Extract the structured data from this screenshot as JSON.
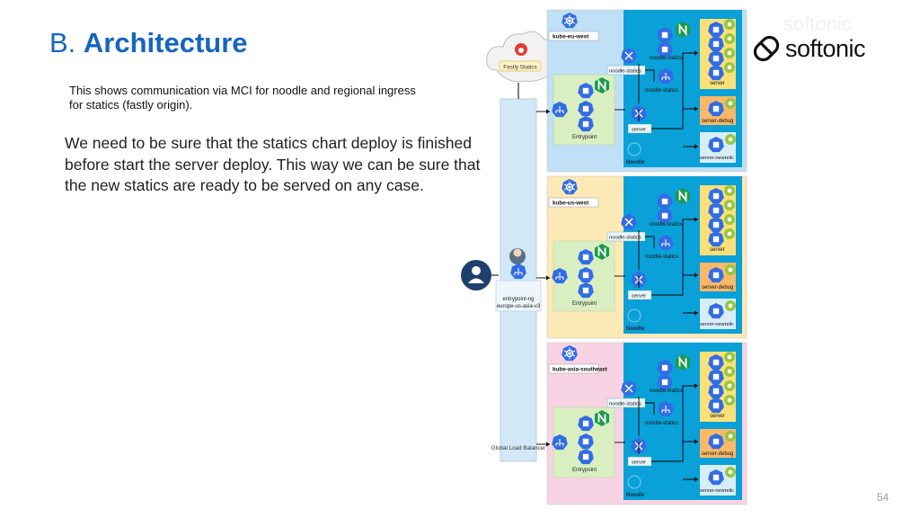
{
  "slide": {
    "title_prefix": "B. ",
    "title_main": "Architecture",
    "small_text": "This shows communication via MCI for noodle and regional ingress for statics (fastly origin).",
    "body_text": "We need to be sure that the statics chart deploy is finished before start the server deploy. This way we can be sure that the new statics are ready to be served on any case.",
    "page_number": "54"
  },
  "brand": {
    "logo_text": "softonic",
    "ghost_text": "softonic"
  },
  "diagram": {
    "fastly_label": "Fastly Statics",
    "glb_label": "Global Load Balancer",
    "entrypoint_ng_label": "entrypoint-ng",
    "entrypoint_ng_sub": "europe-us-asia-v3",
    "regions": [
      {
        "cluster": "kube-eu-west",
        "noodle_statics": "noodle-statics",
        "noodle_statics_svc": "noodle-statics",
        "server": "server",
        "entrypoint": "Entrypoint",
        "noodle": "Noodle",
        "server_group": "server",
        "server_debug": "server-debug",
        "server_newrelic": "server-newrelic"
      },
      {
        "cluster": "kube-us-west",
        "noodle_statics": "noodle-statics",
        "noodle_statics_svc": "noodle-statics",
        "server": "server",
        "entrypoint": "Entrypoint",
        "noodle": "Noodle",
        "server_group": "server",
        "server_debug": "server-debug",
        "server_newrelic": "server-newrelic"
      },
      {
        "cluster": "kube-asia-southeast",
        "noodle_statics": "noodle-statics",
        "noodle_statics_svc": "noodle-statics",
        "server": "server",
        "entrypoint": "Entrypoint",
        "noodle": "Noodle",
        "server_group": "server",
        "server_debug": "server-debug",
        "server_newrelic": "server-newrelic"
      }
    ]
  },
  "colors": {
    "title": "#1565c0",
    "region_eu": "#bfe0f6",
    "region_us": "#fde9b5",
    "region_asia": "#f8d3e3",
    "noodle_bg": "#0aa0d8",
    "entry_bg": "#d9efc2",
    "server_bg": "#fbe07a",
    "debug_bg": "#f9b86a",
    "k8s_blue": "#326ce5"
  }
}
